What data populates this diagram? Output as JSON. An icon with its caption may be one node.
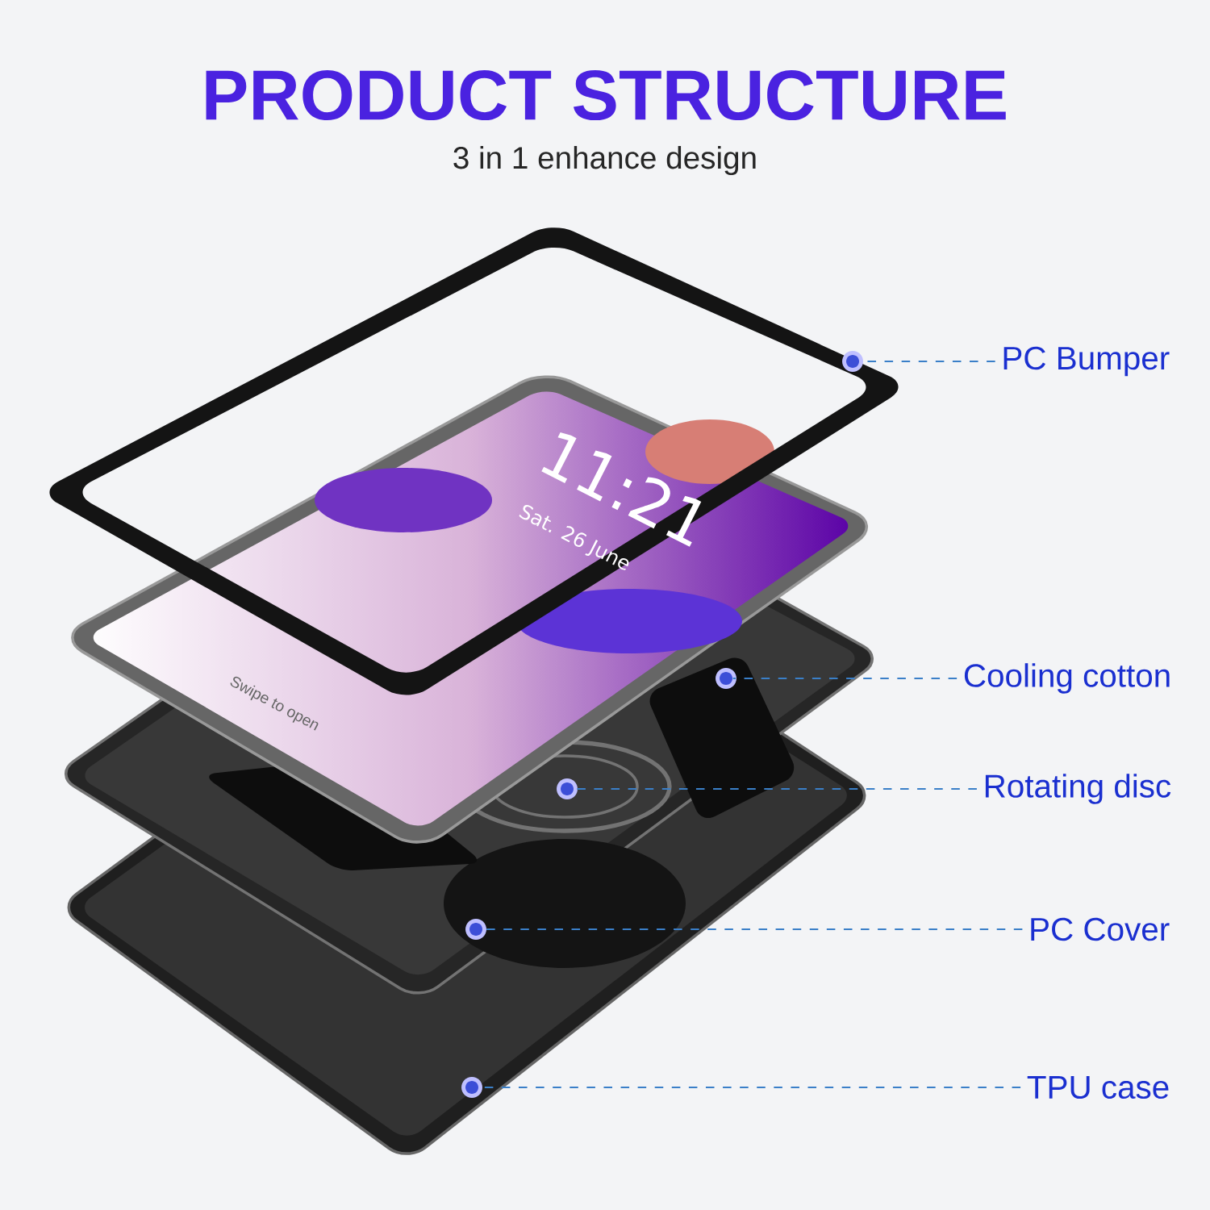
{
  "diagram": {
    "title": "PRODUCT STRUCTURE",
    "nodes": [
      {
        "text": [
          "PC Bumper"
        ]
      },
      {
        "text": [
          "Cooling cotton"
        ]
      },
      {
        "text": [
          "Rotating disc"
        ]
      },
      {
        "text": [
          "PC Cover"
        ]
      },
      {
        "text": [
          "TPU  case"
        ]
      },
      {
        "text": [],
        "shape": "circle"
      },
      {
        "text": [],
        "shape": "circle"
      },
      {
        "text": [],
        "shape": "circle"
      },
      {
        "text": [],
        "shape": "circle"
      },
      {
        "text": [],
        "shape": "circle"
      }
    ],
    "edges": [
      {
        "from": 0,
        "to": 5,
        "arrow": "none",
        "style": "dashed"
      },
      {
        "from": 1,
        "to": 6,
        "arrow": "none",
        "style": "dashed"
      },
      {
        "from": 2,
        "to": 7,
        "arrow": "none",
        "style": "dashed"
      },
      {
        "from": 3,
        "to": 8,
        "arrow": "none",
        "style": "dashed"
      },
      {
        "from": 4,
        "to": 9,
        "arrow": "none",
        "style": "dashed"
      }
    ],
    "labels": [
      "3 in 1 enhance design",
      "11:21",
      "Sat. 26 June",
      "Swipe to open"
    ]
  }
}
